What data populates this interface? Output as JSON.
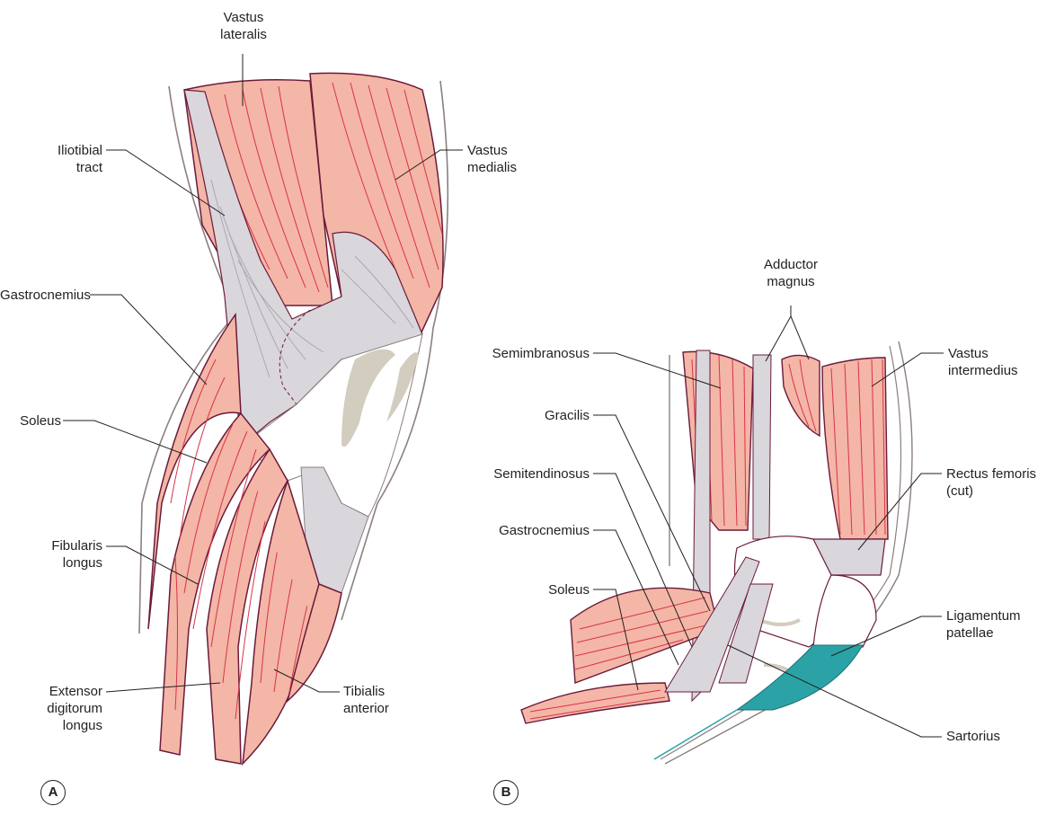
{
  "colors": {
    "muscle": "#f4b6a6",
    "fibre": "#d8334a",
    "tendon": "#d9d6dc",
    "bone": "#d2cdbf",
    "ligament": "#2ba3a6",
    "outline": "#6b1a3a",
    "skin": "#8c7f80"
  },
  "panel_a": {
    "letter": "A",
    "labels": {
      "vastus_lateralis": "Vastus\nlateralis",
      "iliotibial_tract": "Iliotibial\ntract",
      "vastus_medialis": "Vastus\nmedialis",
      "gastrocnemius": "Gastrocnemius",
      "soleus": "Soleus",
      "fibularis_longus": "Fibularis\nlongus",
      "extensor_digitorum_longus": "Extensor\ndigitorum\nlongus",
      "tibialis_anterior": "Tibialis\nanterior"
    }
  },
  "panel_b": {
    "letter": "B",
    "labels": {
      "adductor_magnus": "Adductor\nmagnus",
      "semimbranosus": "Semimbranosus",
      "vastus_intermedius": "Vastus\nintermedius",
      "gracilis": "Gracilis",
      "semitendinosus": "Semitendinosus",
      "rectus_femoris": "Rectus femoris\n(cut)",
      "gastrocnemius": "Gastrocnemius",
      "soleus": "Soleus",
      "ligamentum_patellae": "Ligamentum\npatellae",
      "sartorius": "Sartorius"
    }
  }
}
